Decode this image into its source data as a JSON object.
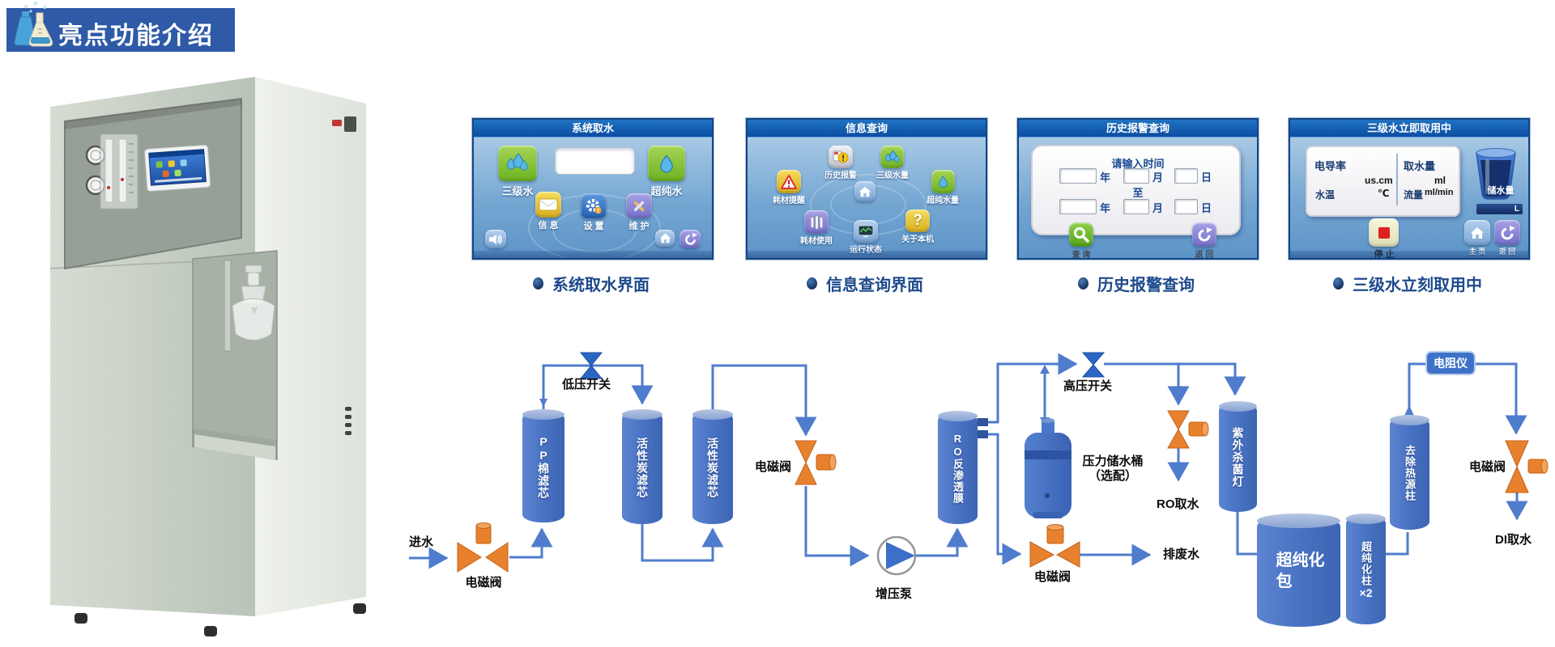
{
  "header": {
    "title": "亮点功能介绍"
  },
  "captions": [
    "系统取水界面",
    "信息查询界面",
    "历史报警查询",
    "三级水立刻取用中"
  ],
  "panel1": {
    "title": "系统取水",
    "tertiary": "三级水",
    "ultrapure": "超纯水",
    "info": "信 息",
    "settings": "设 置",
    "maintain": "维 护"
  },
  "panel2": {
    "title": "信息查询",
    "history_alarm": "历史报警",
    "tertiary_volume": "三级水量",
    "consumable_alert": "耗材提醒",
    "ultrapure_volume": "超纯水量",
    "consumable_use": "耗材使用",
    "run_status": "运行状态",
    "about": "关于本机"
  },
  "panel3": {
    "title": "历史报警查询",
    "prompt": "请输入时间",
    "year": "年",
    "month": "月",
    "day": "日",
    "to": "至",
    "search": "查 询",
    "back": "返 回"
  },
  "panel4": {
    "title": "三级水立即取用中",
    "conductivity": "电导率",
    "conductivity_unit": "us.cm",
    "water_temp": "水温",
    "temp_unit": "℃",
    "intake": "取水量",
    "intake_unit": "ml",
    "flow": "流量",
    "flow_unit": "ml/min",
    "storage": "储水量",
    "storage_unit": "L",
    "stop": "停 止",
    "home": "主 页",
    "back": "返 回"
  },
  "diagram": {
    "inlet": "进水",
    "solenoid1": "电磁阀",
    "low_pressure": "低压开关",
    "pp_filter": "PP棉滤芯",
    "carbon_filter1": "活性炭滤芯",
    "carbon_filter2": "活性炭滤芯",
    "solenoid2": "电磁阀",
    "booster_pump": "增压泵",
    "ro_membrane": "RO反渗透膜",
    "high_pressure": "高压开关",
    "tank_line1": "压力储水桶",
    "tank_line2": "（选配）",
    "ro_tap": "RO取水",
    "solenoid3": "电磁阀",
    "waste": "排废水",
    "uv_lamp": "紫外杀菌灯",
    "pack_line1": "超纯化",
    "pack_line2": "包",
    "up_column": "超纯化柱",
    "up_column_x2": "×2",
    "heat_column": "去除热源柱",
    "resistivity_meter": "电阻仪",
    "solenoid4": "电磁阀",
    "di_tap": "DI取水"
  },
  "colors": {
    "badge_blue": "#2e5aa7",
    "title_bar_blue": "#0b4ea2",
    "caption_navy": "#1d4a8c",
    "diagram_blue": "#4f7ccc",
    "diagram_orange": "#e8812d"
  }
}
